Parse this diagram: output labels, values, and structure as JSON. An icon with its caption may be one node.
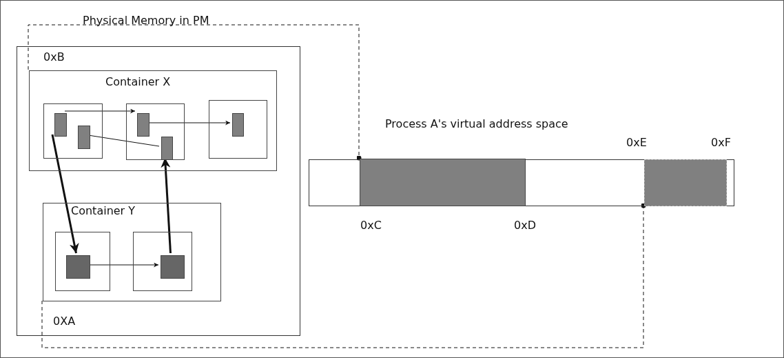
{
  "diagram": {
    "nodes": [
      {
        "text": [
          "Physical Memory in PM"
        ]
      },
      {
        "text": [
          "Container X"
        ],
        "in": 0
      },
      {
        "text": [],
        "shape": "box",
        "in": 1
      },
      {
        "text": [],
        "shape": "box",
        "in": 1
      },
      {
        "text": [],
        "shape": "box",
        "in": 1
      },
      {
        "text": [],
        "shape": "bar",
        "in": 2
      },
      {
        "text": [],
        "shape": "bar",
        "in": 2
      },
      {
        "text": [],
        "shape": "bar",
        "in": 3
      },
      {
        "text": [],
        "shape": "bar",
        "in": 3
      },
      {
        "text": [],
        "shape": "bar",
        "in": 4
      },
      {
        "text": [
          "Container Y"
        ],
        "in": 0
      },
      {
        "text": [],
        "shape": "box",
        "in": 10
      },
      {
        "text": [],
        "shape": "box",
        "in": 10
      },
      {
        "text": [],
        "shape": "box",
        "in": 11
      },
      {
        "text": [],
        "shape": "box",
        "in": 12
      },
      {
        "text": [
          "Process A's virtual address space"
        ]
      },
      {
        "text": [],
        "shape": "box",
        "in": 15
      },
      {
        "text": [],
        "shape": "box",
        "in": 15
      }
    ],
    "edges": [
      {
        "from": 5,
        "to": 7,
        "arrow": "to"
      },
      {
        "from": 7,
        "to": 9,
        "arrow": "to"
      },
      {
        "from": 6,
        "to": 8,
        "arrow": "none"
      },
      {
        "from": 5,
        "to": 13,
        "arrow": "to",
        "style": "thick"
      },
      {
        "from": 13,
        "to": 14,
        "arrow": "to"
      },
      {
        "from": 14,
        "to": 8,
        "arrow": "to",
        "style": "thick"
      },
      {
        "from": 1,
        "to": 16,
        "arrow": "other",
        "style": "dashed"
      },
      {
        "from": 10,
        "to": 17,
        "arrow": "other",
        "style": "dashed"
      }
    ],
    "labels": [
      "0xB",
      "0XA",
      "0xE",
      "0xF",
      "0xC",
      "0xD"
    ]
  }
}
